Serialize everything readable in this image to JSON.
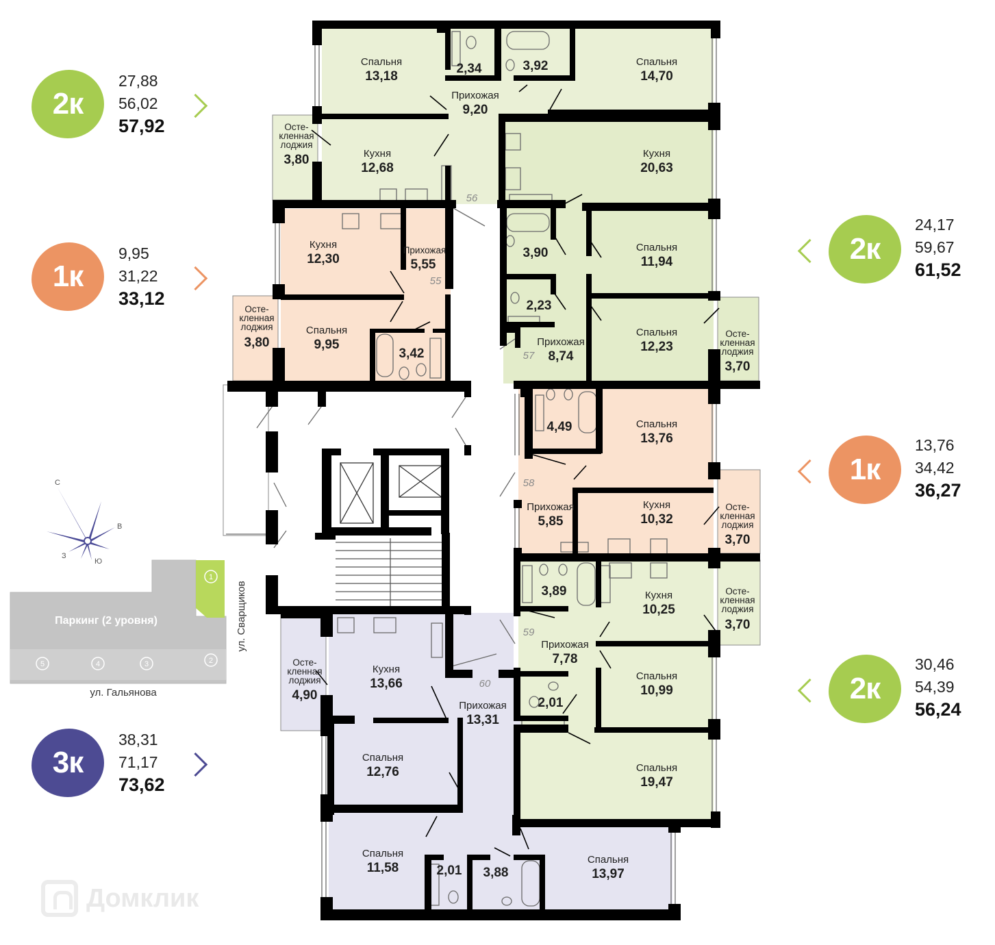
{
  "colors": {
    "green_blob": "#a6cc50",
    "orange_blob": "#ec9463",
    "purple_blob": "#4d4b93",
    "green_fill": "#e9f0d4",
    "green_fill_dark": "#e3eccb",
    "orange_fill": "#fbe2cf",
    "purple_fill": "#e5e4f1",
    "wall": "#000000"
  },
  "apartments_left": [
    {
      "type": "2к",
      "color": "green",
      "values": [
        "27,88",
        "56,02"
      ],
      "total": "57,92"
    },
    {
      "type": "1к",
      "color": "orange",
      "values": [
        "9,95",
        "31,22"
      ],
      "total": "33,12"
    },
    {
      "type": "3к",
      "color": "purple",
      "values": [
        "38,31",
        "71,17"
      ],
      "total": "73,62"
    }
  ],
  "apartments_right": [
    {
      "type": "2к",
      "color": "green",
      "values": [
        "24,17",
        "59,67"
      ],
      "total": "61,52"
    },
    {
      "type": "1к",
      "color": "orange",
      "values": [
        "13,76",
        "34,42"
      ],
      "total": "36,27"
    },
    {
      "type": "2к",
      "color": "green",
      "values": [
        "30,46",
        "54,39"
      ],
      "total": "56,24"
    }
  ],
  "rooms": {
    "r1": {
      "name": "Спальня",
      "area": "13,18"
    },
    "r2": {
      "area": "2,34"
    },
    "r3": {
      "area": "3,92"
    },
    "r4": {
      "name": "Спальня",
      "area": "14,70"
    },
    "r5": {
      "name": "Прихожая",
      "area": "9,20"
    },
    "r6": {
      "name": [
        "Осте-",
        "кленная",
        "лоджия"
      ],
      "area": "3,80"
    },
    "r7": {
      "name": "Кухня",
      "area": "12,68"
    },
    "r8": {
      "name": "Кухня",
      "area": "20,63"
    },
    "r9": {
      "name": "Кухня",
      "area": "12,30"
    },
    "r10": {
      "name": "Прихожая",
      "area": "5,55"
    },
    "r11": {
      "area": "3,90"
    },
    "r12": {
      "name": "Спальня",
      "area": "11,94"
    },
    "r13": {
      "name": [
        "Осте-",
        "кленная",
        "лоджия"
      ],
      "area": "3,80"
    },
    "r14": {
      "name": "Спальня",
      "area": "9,95"
    },
    "r15": {
      "area": "3,42"
    },
    "r16": {
      "area": "2,23"
    },
    "r17": {
      "name": "Прихожая",
      "area": "8,74"
    },
    "r18": {
      "name": "Спальня",
      "area": "12,23"
    },
    "r19": {
      "name": [
        "Осте-",
        "кленная",
        "лоджия"
      ],
      "area": "3,70"
    },
    "r20": {
      "area": "4,49"
    },
    "r21": {
      "name": "Спальня",
      "area": "13,76"
    },
    "r22": {
      "name": "Прихожая",
      "area": "5,85"
    },
    "r23": {
      "name": "Кухня",
      "area": "10,32"
    },
    "r24": {
      "name": [
        "Осте-",
        "кленная",
        "лоджия"
      ],
      "area": "3,70"
    },
    "r25": {
      "area": "3,89"
    },
    "r26": {
      "name": "Кухня",
      "area": "10,25"
    },
    "r27": {
      "name": [
        "Осте-",
        "кленная",
        "лоджия"
      ],
      "area": "3,70"
    },
    "r28": {
      "name": "Прихожая",
      "area": "7,78"
    },
    "r29": {
      "name": "Спальня",
      "area": "10,99"
    },
    "r30": {
      "name": [
        "Осте-",
        "кленная",
        "лоджия"
      ],
      "area": "4,90"
    },
    "r31": {
      "name": "Кухня",
      "area": "13,66"
    },
    "r32": {
      "name": "Прихожая",
      "area": "13,31"
    },
    "r33": {
      "area": "2,01"
    },
    "r34": {
      "name": "Спальня",
      "area": "12,76"
    },
    "r35": {
      "name": "Спальня",
      "area": "19,47"
    },
    "r36": {
      "name": "Спальня",
      "area": "11,58"
    },
    "r37": {
      "area": "2,01"
    },
    "r38": {
      "area": "3,88"
    },
    "r39": {
      "name": "Спальня",
      "area": "13,97"
    }
  },
  "apartment_numbers": {
    "a55": "55",
    "a56": "56",
    "a57": "57",
    "a58": "58",
    "a59": "59",
    "a60": "60"
  },
  "site_plan": {
    "parking_label": "Паркинг (2 уровня)",
    "street_bottom": "ул. Гальянова",
    "street_right": "ул. Сварщиков",
    "sections": [
      "1",
      "2",
      "3",
      "4",
      "5"
    ]
  },
  "compass": {
    "n": "С",
    "e": "В",
    "s": "Ю",
    "w": "З"
  },
  "watermark": "Домклик"
}
